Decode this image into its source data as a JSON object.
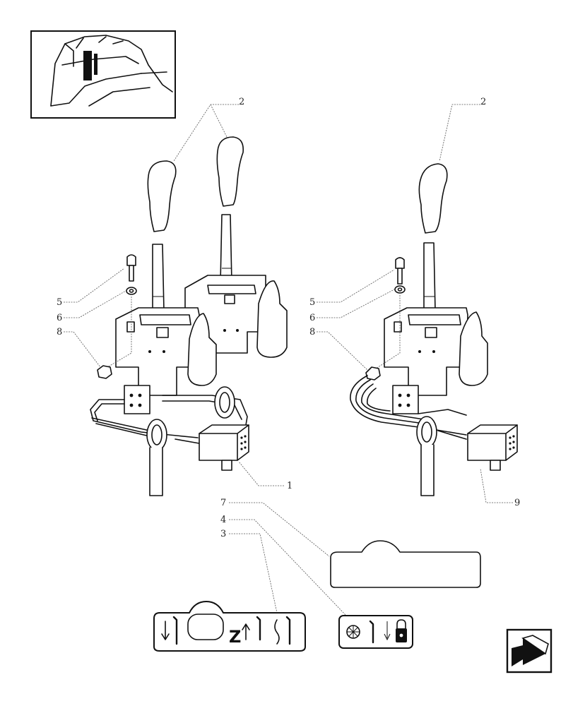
{
  "diagram": {
    "callouts": [
      "1",
      "2",
      "2",
      "2",
      "3",
      "4",
      "5",
      "5",
      "6",
      "6",
      "7",
      "8",
      "8",
      "9"
    ],
    "decal_text": "Z"
  },
  "icons": {
    "thumbnail": "tractor-cab-overview-icon",
    "nav": "next-page-arrow-icon"
  }
}
